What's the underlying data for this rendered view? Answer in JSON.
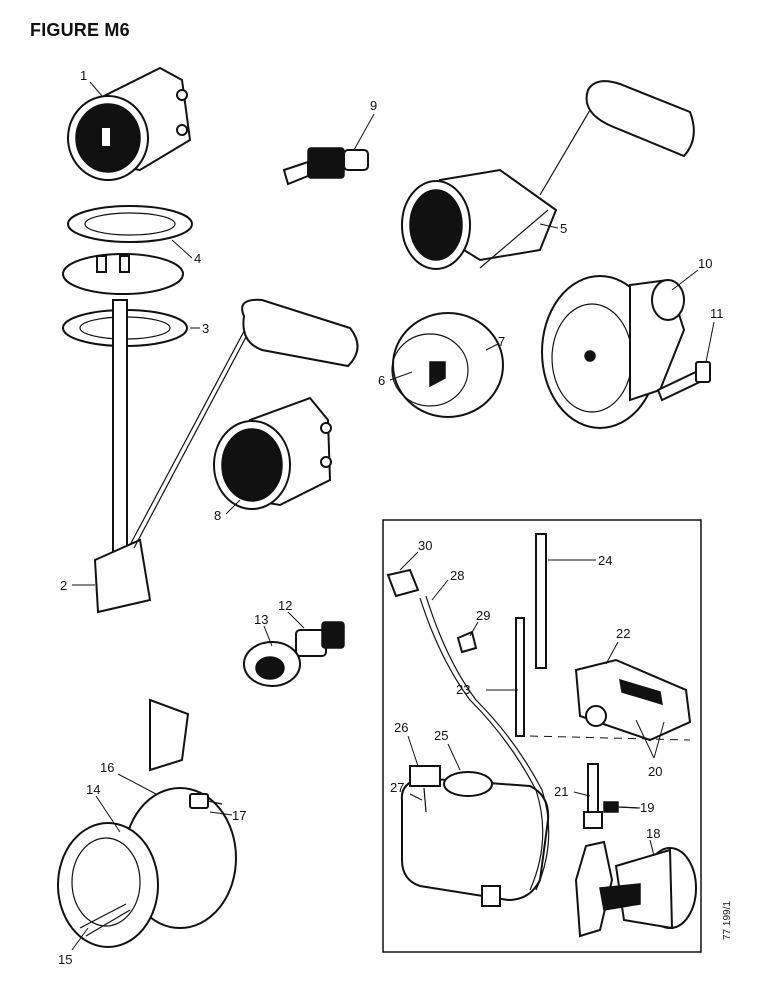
{
  "figure": {
    "title": "FIGURE M6",
    "stamp": "77 199/1"
  },
  "callouts": {
    "c1": "1",
    "c2": "2",
    "c3": "3",
    "c4": "4",
    "c5": "5",
    "c6": "6",
    "c7": "7",
    "c8": "8",
    "c9": "9",
    "c10": "10",
    "c11": "11",
    "c12": "12",
    "c13": "13",
    "c14": "14",
    "c15": "15",
    "c16": "16",
    "c17": "17",
    "c18": "18",
    "c19": "19",
    "c20": "20",
    "c21": "21",
    "c22": "22",
    "c23": "23",
    "c24": "24",
    "c25": "25",
    "c26": "26",
    "c27": "27",
    "c28": "28",
    "c29": "29",
    "c30": "30"
  }
}
